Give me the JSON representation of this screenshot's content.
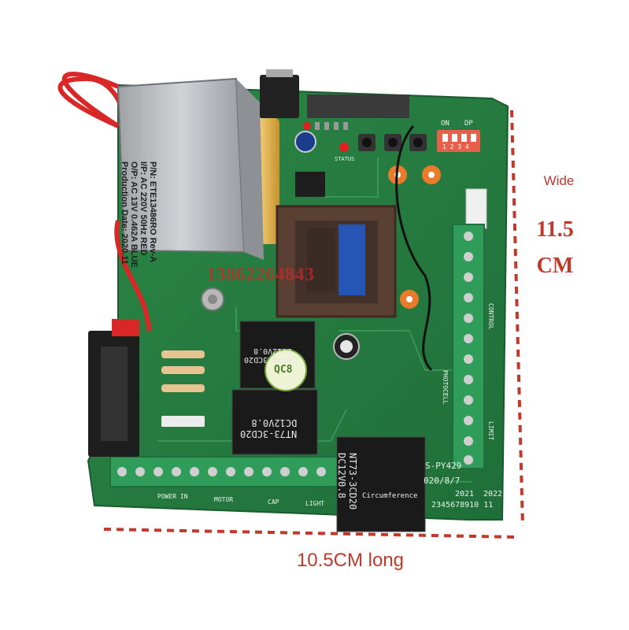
{
  "annotations": {
    "wide_label": "Wide",
    "height_value": "11.5",
    "height_unit": "CM",
    "length_label": "10.5CM long",
    "watermark": "13862264843"
  },
  "transformer_label": {
    "line1": "P/N: ETE13486RO  Rev-A",
    "line2": "I/P: AC 220V 50Hz  RED",
    "line3": "O/P: AC 13V 0.462A  BLUE",
    "line4": "Production Date: 2020.11"
  },
  "relays": [
    {
      "model": "NT73-3CD20",
      "coil": "DC12V0.8"
    },
    {
      "model": "NT73-3CD20",
      "coil": "DC12V0.8"
    },
    {
      "model": "NT73-3CD20",
      "coil": "DC12V0.8"
    }
  ],
  "silkscreen": {
    "board_code": "S-PY429",
    "board_date": "020/8/7",
    "year_a": "2021",
    "year_b": "2022",
    "power_in": "POWER IN",
    "motor": "MOTOR",
    "cap": "CAP",
    "light": "LIGHT",
    "photocell": "PHOTOCELL",
    "control": "CONTROL",
    "limit": "LIMIT",
    "dip_on": "ON",
    "dip_dp": "DP",
    "dip_numbers": "1 2 3 4",
    "qc_stamp": "QC8",
    "terminal_numbers": "2345678910 11",
    "circumference": "Circumference",
    "status": "STATUS"
  },
  "colors": {
    "annotation": "#c0392b",
    "pcb": "#2f8a4a",
    "transformer": "#b9bcbf",
    "wire": "#d92626",
    "terminal": "#2f9c5a"
  }
}
